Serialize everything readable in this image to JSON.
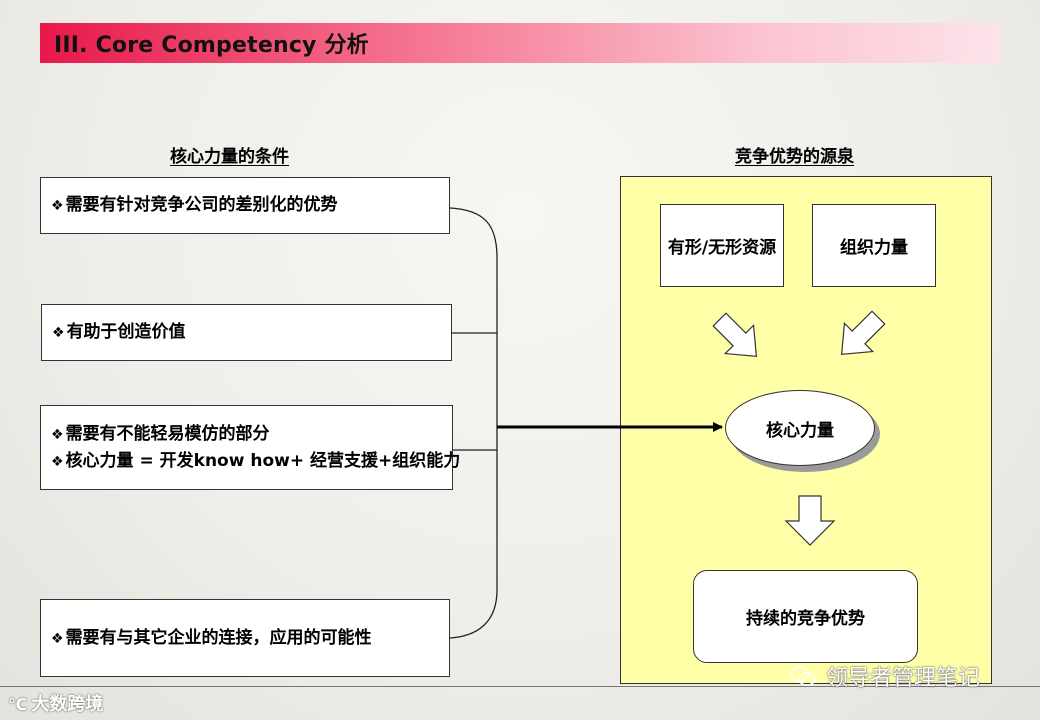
{
  "title": "III. Core Competency 分析",
  "left_heading": "核心力量的条件",
  "right_heading": "竞争优势的源泉",
  "bullet_symbol": "❖",
  "conditions": [
    {
      "lines": [
        "需要有针对竞争公司的差别化的优势"
      ]
    },
    {
      "lines": [
        "有助于创造价值"
      ]
    },
    {
      "lines": [
        "需要有不能轻易模仿的部分",
        "核心力量 = 开发know how+ 经营支援+组织能力"
      ]
    },
    {
      "lines": [
        "需要有与其它企业的连接，应用的可能性"
      ]
    }
  ],
  "sources": {
    "resource_box": "有形/无形资源",
    "org_box": "组织力量",
    "core": "核心力量",
    "result": "持续的竞争优势"
  },
  "watermarks": {
    "left": "大数跨境",
    "right": "领导者管理笔记"
  },
  "colors": {
    "title_gradient_start": "#e8184a",
    "panel_fill": "#ffffa8"
  }
}
